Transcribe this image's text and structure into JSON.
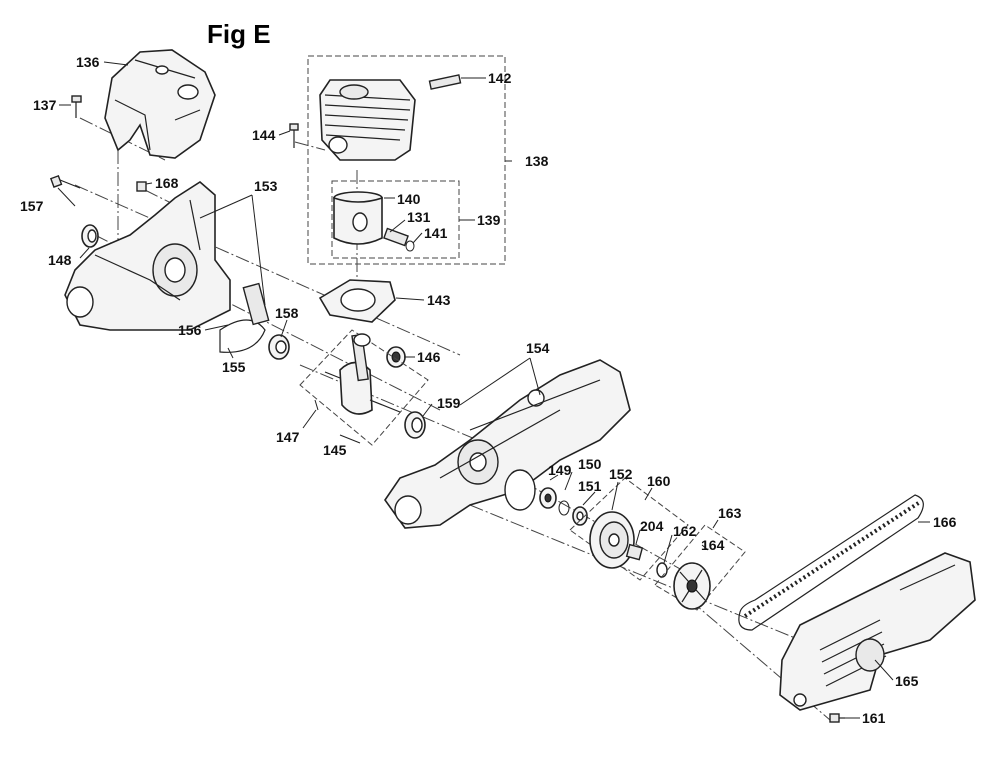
{
  "figure": {
    "title": "Fig E",
    "labels": {
      "p131": "131",
      "p136": "136",
      "p137": "137",
      "p138": "138",
      "p139": "139",
      "p140": "140",
      "p141": "141",
      "p142": "142",
      "p143": "143",
      "p144": "144",
      "p145": "145",
      "p146": "146",
      "p147": "147",
      "p148": "148",
      "p149": "149",
      "p150": "150",
      "p151": "151",
      "p152": "152",
      "p153": "153",
      "p154": "154",
      "p155": "155",
      "p156": "156",
      "p157": "157",
      "p158": "158",
      "p159": "159",
      "p160": "160",
      "p161": "161",
      "p162": "162",
      "p163": "163",
      "p164": "164",
      "p165": "165",
      "p166": "166",
      "p168": "168",
      "p204": "204"
    }
  }
}
